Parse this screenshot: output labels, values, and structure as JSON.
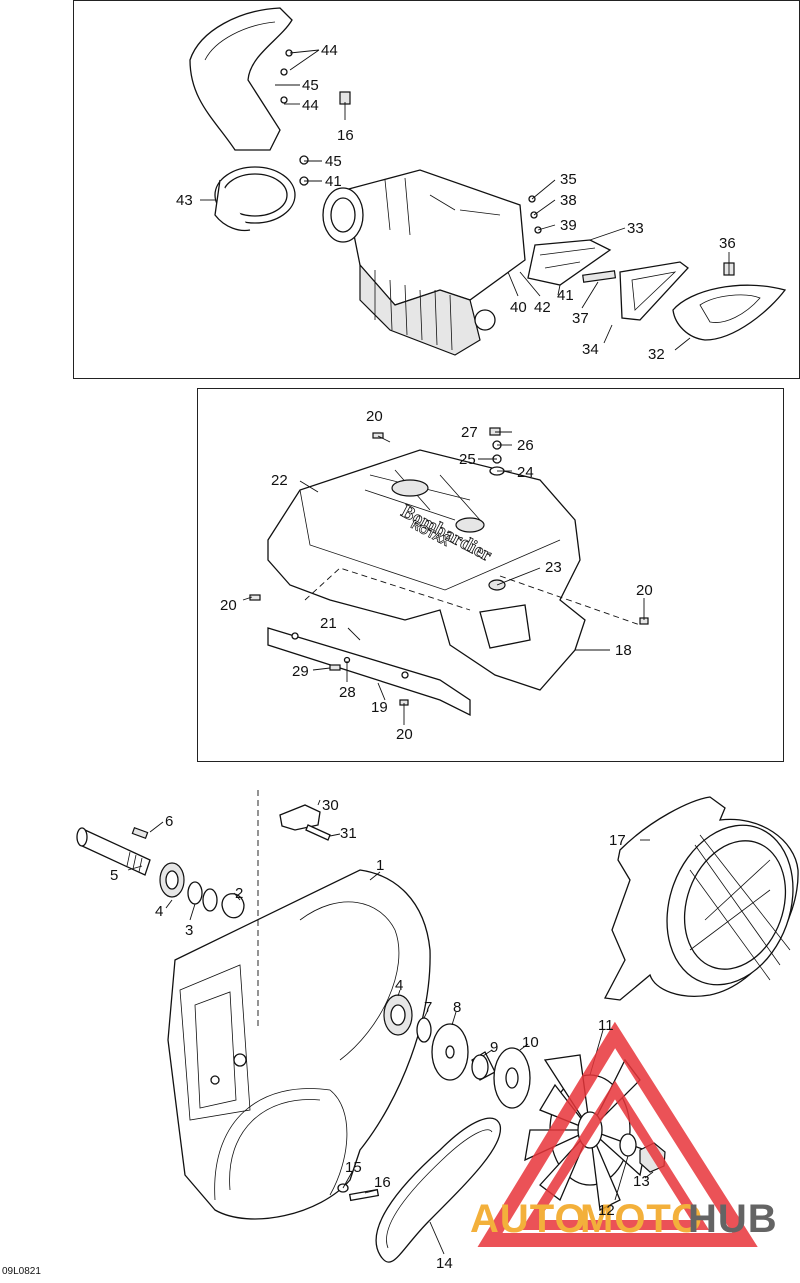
{
  "document": {
    "reference_code": "09L0821"
  },
  "watermark": {
    "brand_parts": [
      "AUTO",
      "MOTO",
      "HUB"
    ],
    "colors": {
      "auto": "#f2a31a",
      "moto": "#f2a31a",
      "hub": "#4a4a4a",
      "triangle": "#e8353a"
    }
  },
  "callouts": {
    "p1": "1",
    "p2": "2",
    "p3": "3",
    "p4a": "4",
    "p4b": "4",
    "p5": "5",
    "p6": "6",
    "p7": "7",
    "p8": "8",
    "p9": "9",
    "p10": "10",
    "p11": "11",
    "p12": "12",
    "p13": "13",
    "p14": "14",
    "p15": "15",
    "p16b": "16",
    "p17": "17",
    "p18": "18",
    "p19": "19",
    "p20a": "20",
    "p20b": "20",
    "p20c": "20",
    "p20d": "20",
    "p21": "21",
    "p22": "22",
    "p23": "23",
    "p24": "24",
    "p25": "25",
    "p26": "26",
    "p27": "27",
    "p28": "28",
    "p29": "29",
    "p30": "30",
    "p31": "31",
    "p32": "32",
    "p33": "33",
    "p34": "34",
    "p35": "35",
    "p36": "36",
    "p37": "37",
    "p38": "38",
    "p39": "39",
    "p40": "40",
    "p41a": "41",
    "p41b": "41",
    "p42": "42",
    "p43": "43",
    "p44a": "44",
    "p44b": "44",
    "p45a": "45",
    "p45b": "45",
    "p16a": "16"
  },
  "cover_lettering": {
    "line1": "Bombardier",
    "line2": "ROTAX"
  }
}
